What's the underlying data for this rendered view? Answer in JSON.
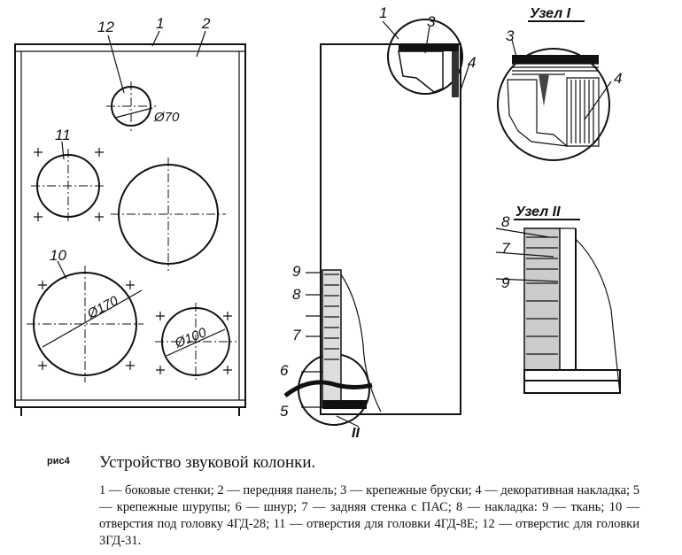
{
  "figure_label": "рис4",
  "title": "Устройство звуковой колонки.",
  "legend": "1 — боковые стенки; 2 — передняя панель; 3 — крепежные бруски; 4 — декоративная накладка; 5 — крепежные шурупы; 6 — шнур; 7 — задняя стенка с ПАС; 8 — накладка: 9 — ткань; 10 — отверстия под головку 4ГД-28; 11 — отверстия для головки 4ГД-8Е; 12 — отверстис для головки 3ГД-31.",
  "front_view": {
    "labels": {
      "l1": "1",
      "l2": "2",
      "l10": "10",
      "l11": "11",
      "l12": "12"
    },
    "dims": {
      "d70": "Ø70",
      "d170": "Ø170",
      "d100": "Ø100"
    }
  },
  "side_view": {
    "labels": {
      "l1": "1",
      "l3": "3",
      "l4": "4",
      "l5": "5",
      "l6": "6",
      "l7": "7",
      "l8": "8",
      "l9": "9",
      "node2": "II"
    }
  },
  "node1": {
    "title": "Узел I",
    "l3": "3",
    "l4": "4"
  },
  "node2": {
    "title": "Узел II",
    "l7": "7",
    "l8": "8",
    "l9": "9"
  }
}
